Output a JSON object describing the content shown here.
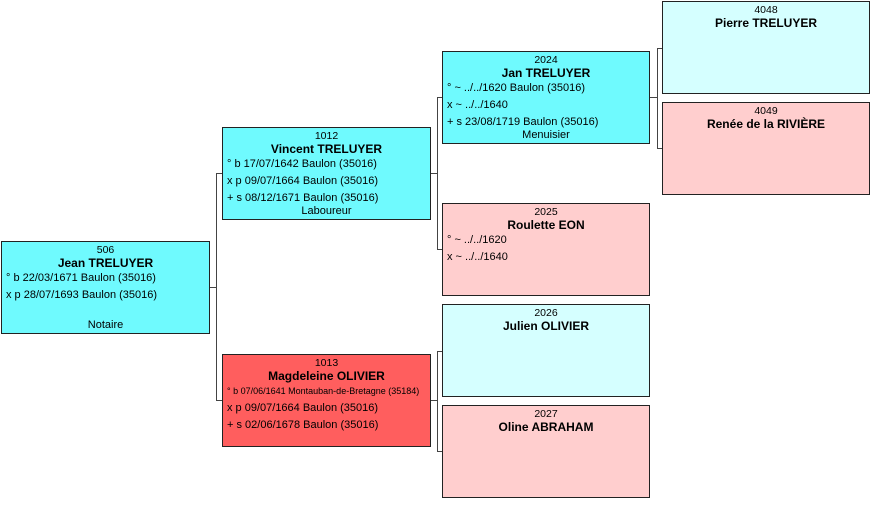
{
  "colors": {
    "male_known": "#6ffafe",
    "male_unknown": "#d5ffff",
    "female_unknown": "#ffcece",
    "female_known": "#ff5e5e"
  },
  "persons": {
    "p506": {
      "num": "506",
      "name": "Jean TRELUYER",
      "events": [
        "° b 22/03/1671 Baulon (35016)",
        "x p 28/07/1693 Baulon (35016)"
      ],
      "occupation": "Notaire"
    },
    "p1012": {
      "num": "1012",
      "name": "Vincent TRELUYER",
      "events": [
        "° b 17/07/1642 Baulon (35016)",
        "x p 09/07/1664 Baulon (35016)",
        "+ s 08/12/1671 Baulon (35016)"
      ],
      "occupation": "Laboureur"
    },
    "p1013": {
      "num": "1013",
      "name": "Magdeleine OLIVIER",
      "events": [
        "° b 07/06/1641 Montauban-de-Bretagne (35184)",
        "x p 09/07/1664 Baulon (35016)",
        "+ s 02/06/1678 Baulon (35016)"
      ]
    },
    "p2024": {
      "num": "2024",
      "name": "Jan TRELUYER",
      "events": [
        "° ~ ../../1620 Baulon (35016)",
        "x ~ ../../1640",
        "+ s 23/08/1719 Baulon (35016)"
      ],
      "occupation": "Menuisier"
    },
    "p2025": {
      "num": "2025",
      "name": "Roulette EON",
      "events": [
        "° ~ ../../1620",
        "x ~ ../../1640"
      ]
    },
    "p2026": {
      "num": "2026",
      "name": "Julien OLIVIER"
    },
    "p2027": {
      "num": "2027",
      "name": "Oline ABRAHAM"
    },
    "p4048": {
      "num": "4048",
      "name": "Pierre TRELUYER"
    },
    "p4049": {
      "num": "4049",
      "name": "Renée de la RIVIÈRE"
    }
  }
}
